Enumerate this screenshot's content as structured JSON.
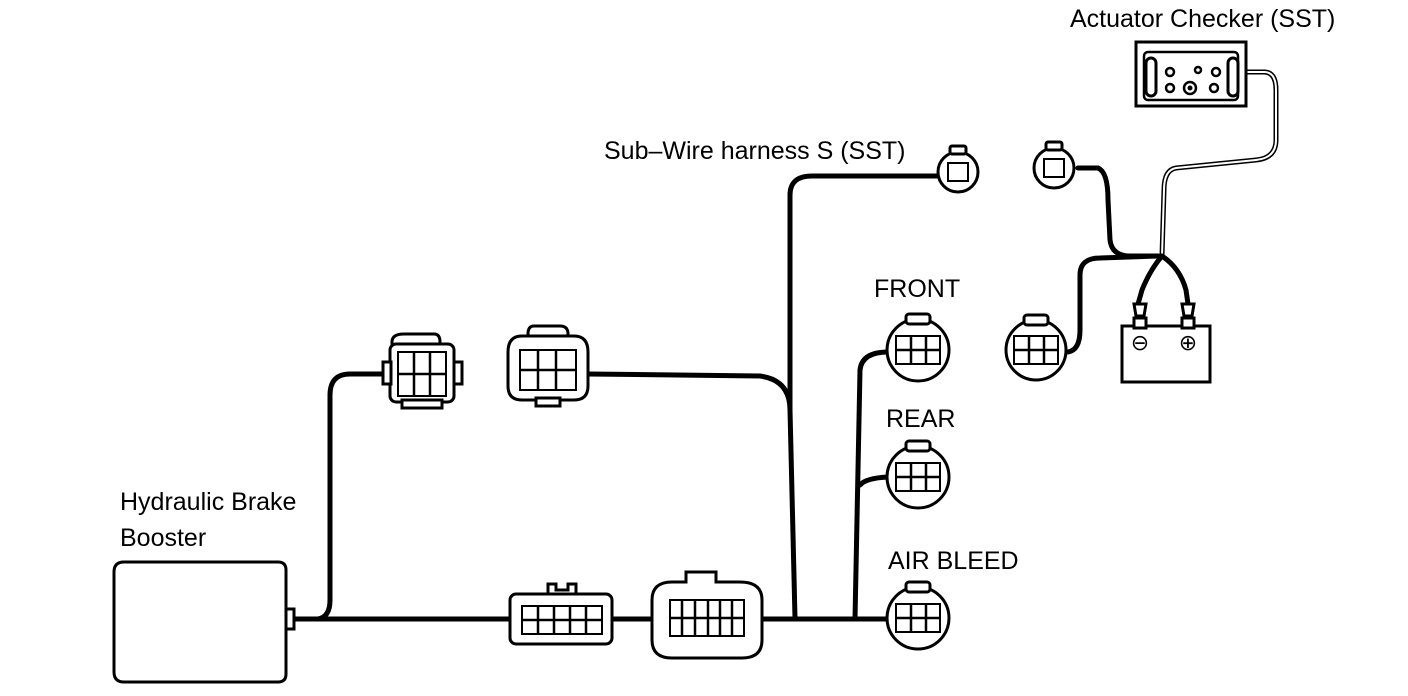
{
  "labels": {
    "actuator_checker": "Actuator Checker (SST)",
    "sub_wire_harness": "Sub–Wire harness S (SST)",
    "front": "FRONT",
    "rear": "REAR",
    "air_bleed": "AIR BLEED",
    "booster_line1": "Hydraulic Brake",
    "booster_line2": "Booster"
  },
  "battery": {
    "negative_symbol": "⊖",
    "positive_symbol": "⊕"
  },
  "colors": {
    "line": "#000000",
    "background": "#ffffff"
  }
}
